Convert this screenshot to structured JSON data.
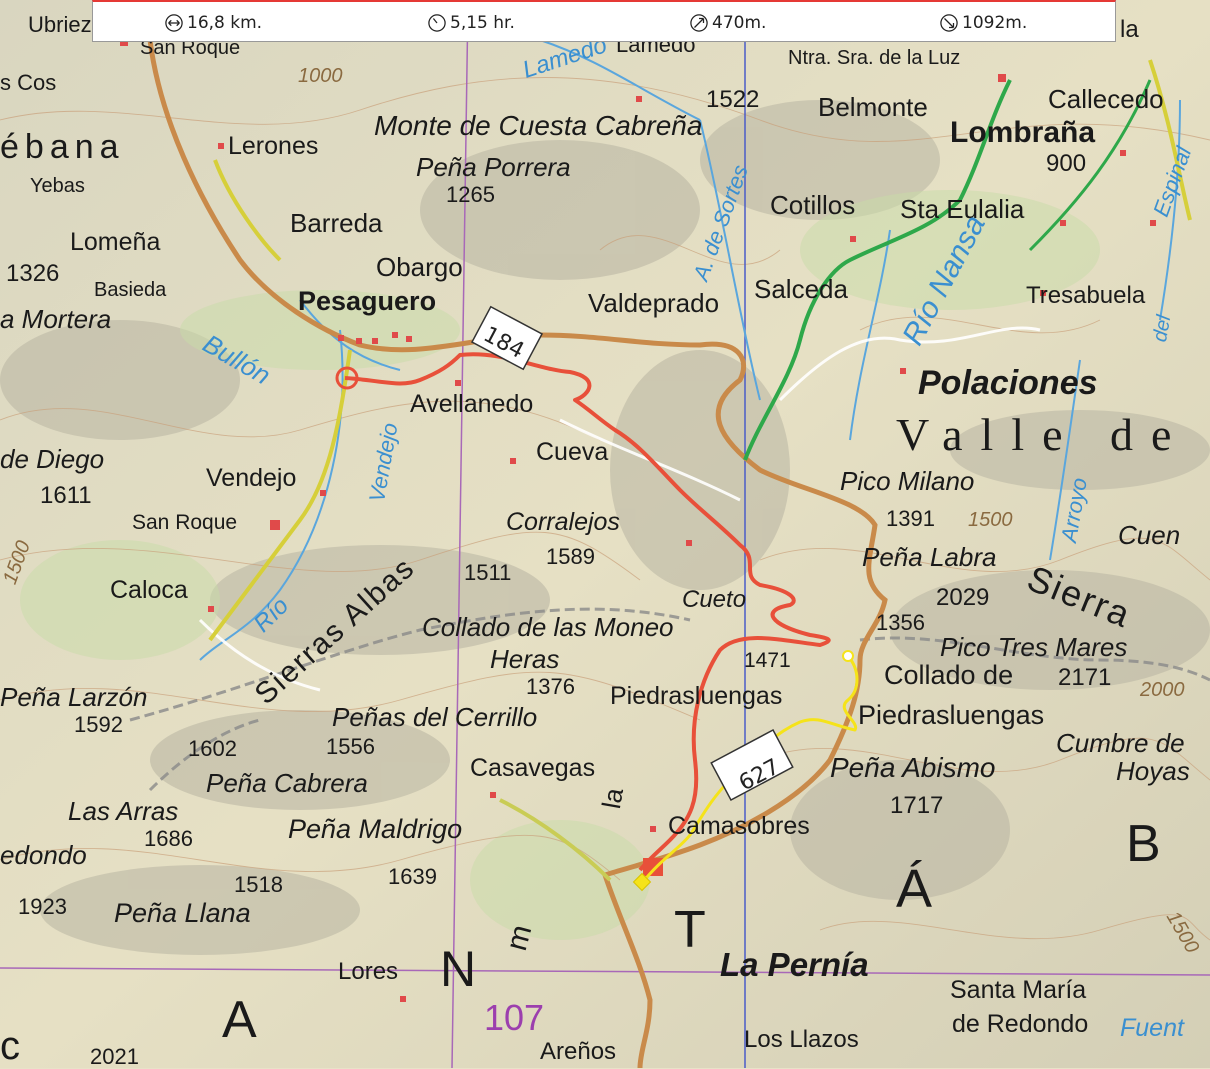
{
  "stats": {
    "distance": "16,8 km.",
    "time": "5,15 hr.",
    "ascent": "470m.",
    "descent": "1092m."
  },
  "icons": {
    "distance": "double-arrow-icon",
    "time": "clock-icon",
    "ascent": "arrow-up-right-icon",
    "descent": "arrow-down-right-icon"
  },
  "colors": {
    "track_red": "#e8503a",
    "track_yellow": "#f5e31a",
    "road_orange": "#c98a4a",
    "road_green": "#2ea84a",
    "river_blue": "#3a8fd0",
    "grid_blue": "#4a5cc8",
    "grid_purple": "#a868b8"
  },
  "labels": {
    "ubriezo": "Ubriez",
    "san_roque_top": "San Roque",
    "cos": "s Cos",
    "lebana": "ébana",
    "lerones": "Lerones",
    "yebas": "Yebas",
    "barreda": "Barreda",
    "lomena": "Lomeña",
    "obargo": "Obargo",
    "elev_1326": "1326",
    "basieda": "Basieda",
    "pesaguero": "Pesaguero",
    "mortera": "a Mortera",
    "bullon": "Bullón",
    "avellanedo": "Avellanedo",
    "cueva": "Cueva",
    "de_diego": "de Diego",
    "elev_1611": "1611",
    "vendejo": "Vendejo",
    "rio_vendejo": "Vendejo",
    "san_roque": "San Roque",
    "corralejos": "Corralejos",
    "elev_1589": "1589",
    "elev_1511": "1511",
    "caloca": "Caloca",
    "rio": "Río",
    "sierras_albas": "Sierras Albas",
    "cueto": "Cueto",
    "collado_moneo": "Collado de las Moneo",
    "heras": "Heras",
    "elev_1376": "1376",
    "elev_1471": "1471",
    "piedrasluengas": "Piedrasluengas",
    "pena_larzon": "Peña Larzón",
    "elev_1592": "1592",
    "penas_cerrillo": "Peñas del Cerrillo",
    "elev_1602": "1602",
    "elev_1556": "1556",
    "pena_cabrera": "Peña Cabrera",
    "casavegas": "Casavegas",
    "las_arras": "Las Arras",
    "elev_1686": "1686",
    "pena_maldrigo": "Peña Maldrigo",
    "camasobres": "Camasobres",
    "redondo": "edondo",
    "elev_1639": "1639",
    "elev_1518": "1518",
    "elev_1923": "1923",
    "pena_llana": "Peña Llana",
    "lores": "Lores",
    "letter_a": "A",
    "letter_n": "N",
    "route_107": "107",
    "arenos": "Areños",
    "elev_2021": "2021",
    "letter_t": "T",
    "la_pernia": "La Pernía",
    "letter_a2": "Á",
    "letter_b": "B",
    "los_llazos": "Los Llazos",
    "santa_maria": "Santa María",
    "de_redondo": "de Redondo",
    "fuente": "Fuent",
    "monte_cuesta": "Monte de Cuesta Cabreña",
    "pena_porrera": "Peña Porrera",
    "elev_1265": "1265",
    "elev_1522": "1522",
    "elev_1000": "1000",
    "nra_sra_luz": "Ntra. Sra. de la Luz",
    "belmonte": "Belmonte",
    "lombrana": "Lombraña",
    "callecedo": "Callecedo",
    "elev_900": "900",
    "espinal": "Espinal",
    "cotillos": "Cotillos",
    "sta_eulalia": "Sta Eulalia",
    "valdeprado": "Valdeprado",
    "salceda": "Salceda",
    "rio_nansa": "Río Nansa",
    "tresabuela": "Tresabuela",
    "a_de_sortes": "A. de Sortes",
    "route_184": "184",
    "polaciones": "Polaciones",
    "valle_de": "Valle de P",
    "pico_milano": "Pico Milano",
    "arroyo": "Arroyo",
    "del": "del",
    "elev_1391": "1391",
    "elev_1500": "1500",
    "cuen": "Cuen",
    "pena_labra": "Peña Labra",
    "sierra": "Sierra",
    "elev_2029": "2029",
    "elev_1356": "1356",
    "pico_tres_mares": "Pico Tres Mares",
    "collado_de": "Collado de",
    "elev_2171": "2171",
    "elev_2000": "2000",
    "piedrasluengas2": "Piedrasluengas",
    "cumbre": "Cumbre de",
    "hoyas": "Hoyas",
    "pena_abismo": "Peña Abismo",
    "elev_1717": "1717",
    "route_627": "627",
    "elev_1500b": "1500",
    "elev_1500c": "1500",
    "letter_ia": "la",
    "letter_la_top": "la",
    "lamedo": "Lamedo",
    "lamedo_river": "Lamedo",
    "letter_m": "m",
    "letter_c": "c"
  }
}
